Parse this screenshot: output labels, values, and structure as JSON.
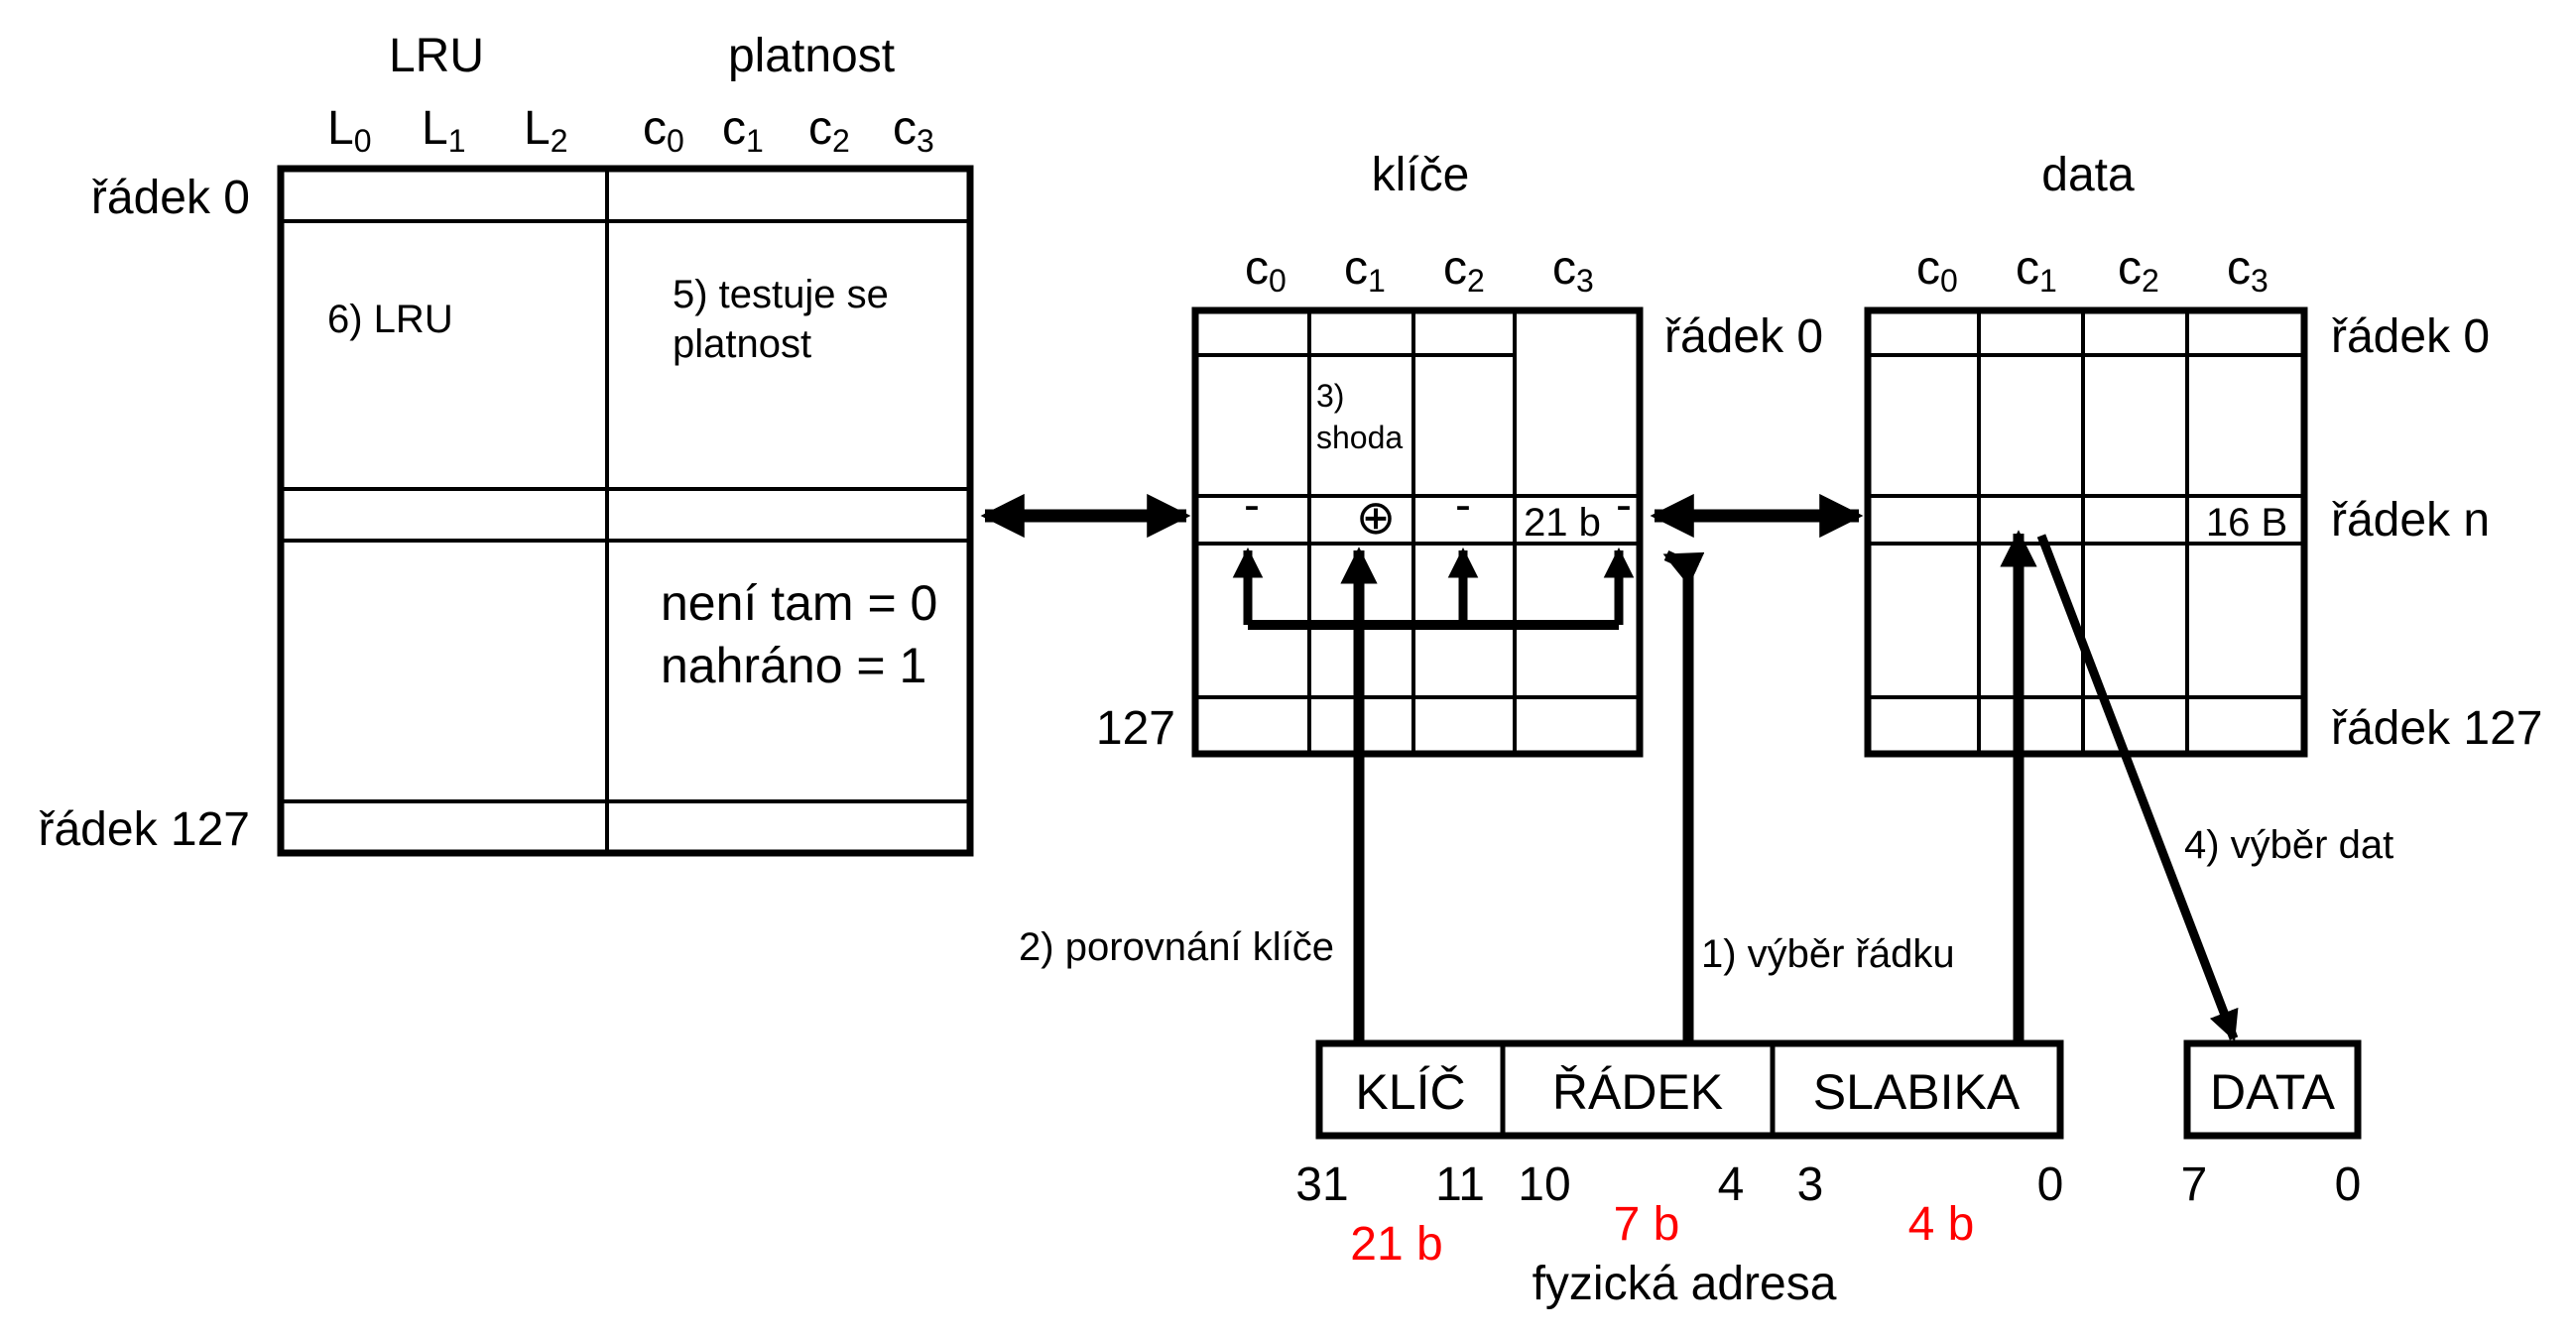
{
  "colors": {
    "ink": "#000000",
    "highlight": "#ff0000",
    "background": "#ffffff"
  },
  "lru_table": {
    "header_lru": "LRU",
    "header_valid": "platnost",
    "lru_cols": [
      "L",
      "L",
      "L"
    ],
    "lru_subs": [
      "0",
      "1",
      "2"
    ],
    "valid_cols": [
      "c",
      "c",
      "c",
      "c"
    ],
    "valid_subs": [
      "0",
      "1",
      "2",
      "3"
    ],
    "row0": "řádek 0",
    "row127": "řádek 127",
    "note_lru": "6) LRU",
    "note_valid_1": "5) testuje se",
    "note_valid_2": "platnost",
    "legend_1": "není tam = 0",
    "legend_2": "nahráno = 1"
  },
  "keys_table": {
    "title": "klíče",
    "cols": [
      "c",
      "c",
      "c",
      "c"
    ],
    "subs": [
      "0",
      "1",
      "2",
      "3"
    ],
    "row0": "řádek 0",
    "row127": "127",
    "match_1": "3)",
    "match_2": "shoda",
    "cell_c0": "-",
    "cell_c1": "⊕",
    "cell_c2": "-",
    "cell_c3": "21 b",
    "cell_c3_mark": "-"
  },
  "data_table": {
    "title": "data",
    "cols": [
      "c",
      "c",
      "c",
      "c"
    ],
    "subs": [
      "0",
      "1",
      "2",
      "3"
    ],
    "row0": "řádek 0",
    "rown": "řádek n",
    "row127": "řádek 127",
    "cell_c3": "16 B"
  },
  "address": {
    "fields": [
      "KLÍČ",
      "ŘÁDEK",
      "SLABIKA"
    ],
    "bits": [
      "31",
      "11",
      "10",
      "4",
      "3",
      "0"
    ],
    "widths": [
      "21 b",
      "7 b",
      "4 b"
    ],
    "caption": "fyzická adresa"
  },
  "data_box": {
    "label": "DATA",
    "bits": [
      "7",
      "0"
    ]
  },
  "steps": {
    "select_row": "1) výběr řádku",
    "compare_key": "2) porovnání klíče",
    "select_data": "4) výběr dat"
  }
}
